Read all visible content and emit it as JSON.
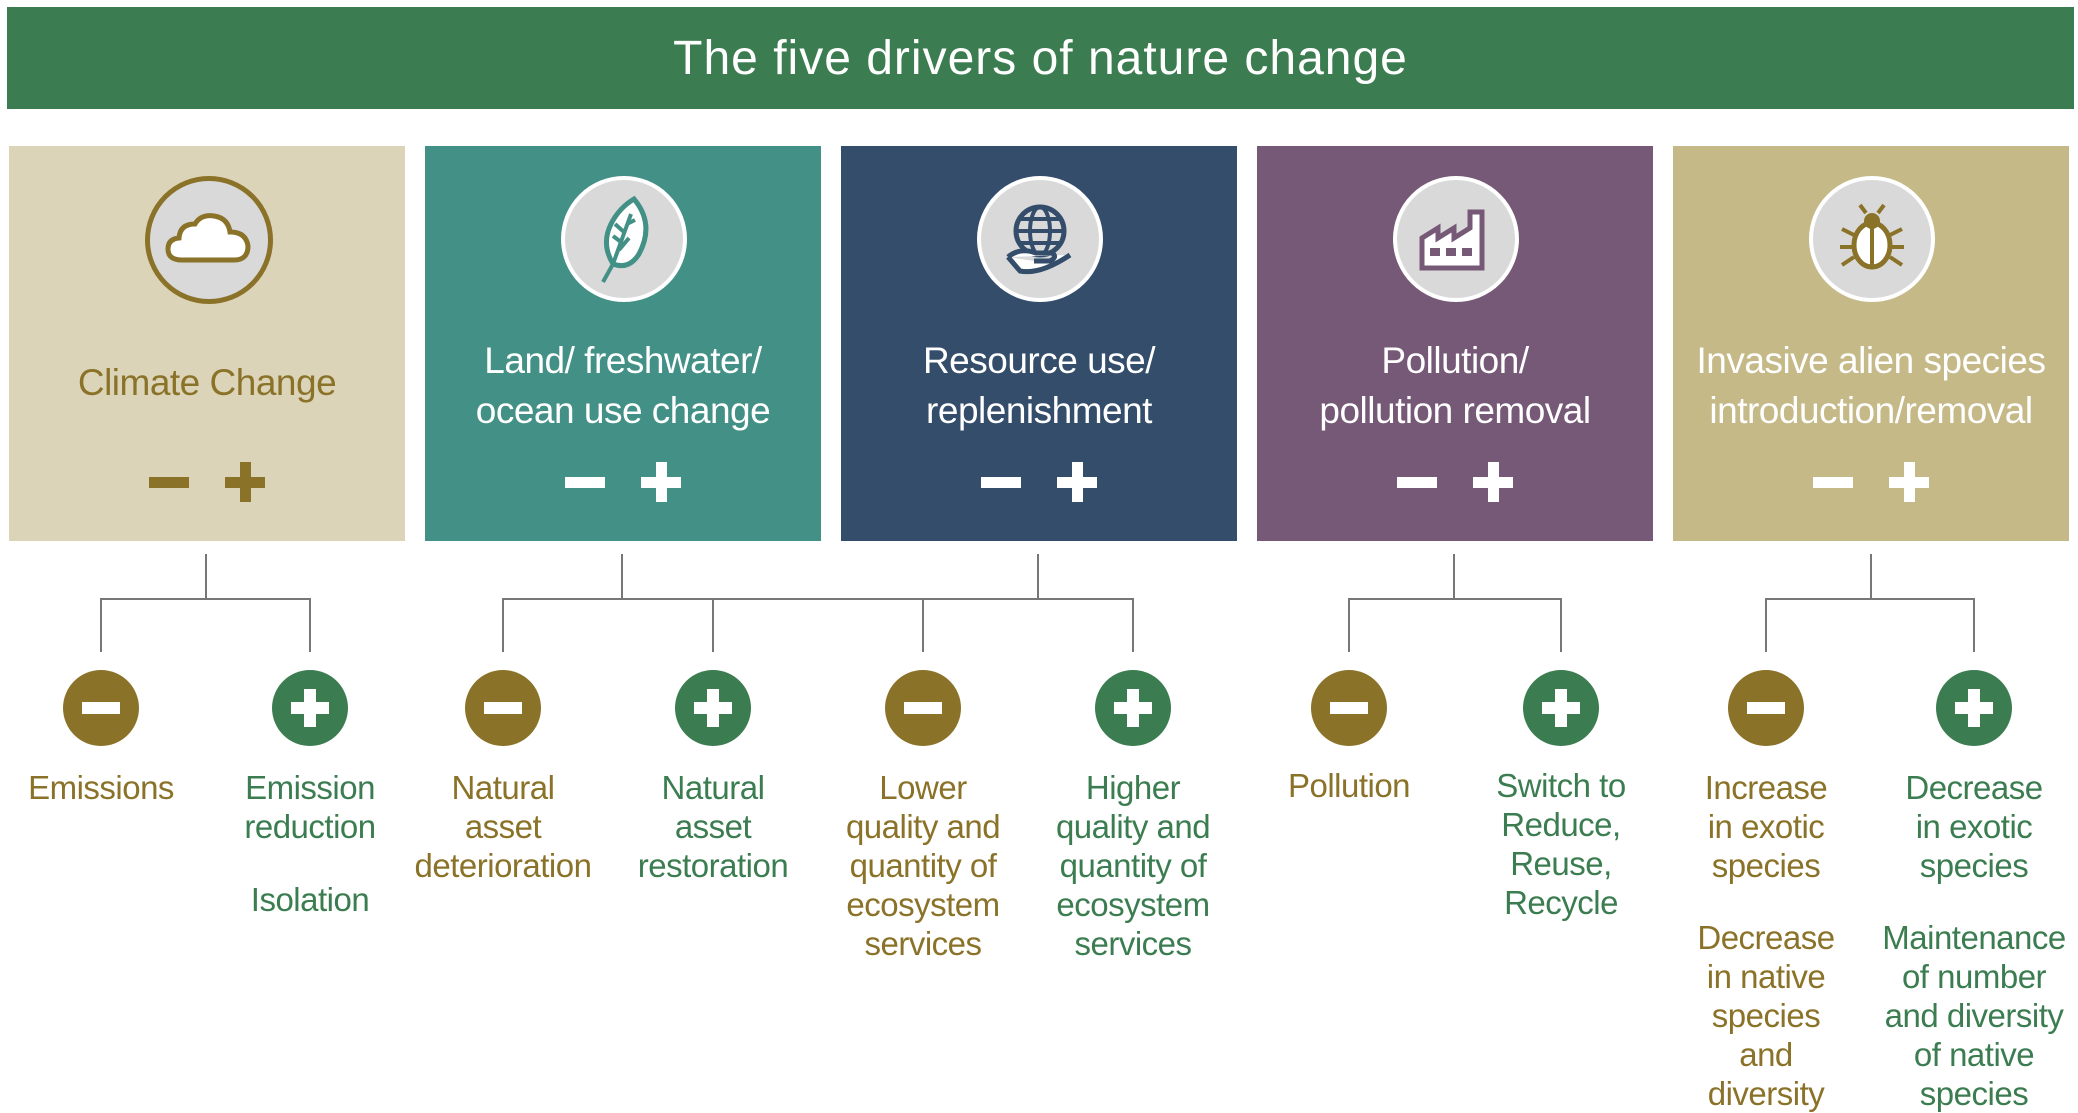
{
  "title": "The five drivers of nature change",
  "colors": {
    "banner": "#3b7d50",
    "negative": "#8a7228",
    "positive": "#3b7d50"
  },
  "drivers": [
    {
      "line1": "Climate Change",
      "line2": "",
      "icon": "cloud-icon",
      "color": "#dbd4b8"
    },
    {
      "line1": "Land/ freshwater/",
      "line2": "ocean use change",
      "icon": "leaf-icon",
      "color": "#439186"
    },
    {
      "line1": "Resource use/",
      "line2": "replenishment",
      "icon": "globe-hand-icon",
      "color": "#344d6b"
    },
    {
      "line1": "Pollution/",
      "line2": "pollution removal",
      "icon": "factory-icon",
      "color": "#765877"
    },
    {
      "line1": "Invasive alien species",
      "line2": "introduction/removal",
      "icon": "bug-icon",
      "color": "#c5b988"
    }
  ],
  "outcomes": [
    {
      "type": "negative",
      "lines": [
        "Emissions"
      ]
    },
    {
      "type": "positive",
      "lines": [
        "Emission",
        "reduction"
      ],
      "extra": [
        "Isolation"
      ]
    },
    {
      "type": "negative",
      "lines": [
        "Natural",
        "asset",
        "deterioration"
      ]
    },
    {
      "type": "positive",
      "lines": [
        "Natural",
        "asset",
        "restoration"
      ]
    },
    {
      "type": "negative",
      "lines": [
        "Lower",
        "quality and",
        "quantity of",
        "ecosystem",
        "services"
      ]
    },
    {
      "type": "positive",
      "lines": [
        "Higher",
        "quality and",
        "quantity of",
        "ecosystem",
        "services"
      ]
    },
    {
      "type": "negative",
      "lines": [
        "Pollution"
      ]
    },
    {
      "type": "positive",
      "lines": [
        "Switch to",
        "Reduce,",
        "Reuse,",
        "Recycle"
      ]
    },
    {
      "type": "negative",
      "lines": [
        "Increase",
        "in exotic",
        "species"
      ],
      "extra": [
        "Decrease",
        "in native",
        "species",
        "and",
        "diversity"
      ]
    },
    {
      "type": "positive",
      "lines": [
        "Decrease",
        "in exotic",
        "species"
      ],
      "extra": [
        "Maintenance",
        "of number",
        "and diversity",
        "of native",
        "species"
      ]
    }
  ]
}
